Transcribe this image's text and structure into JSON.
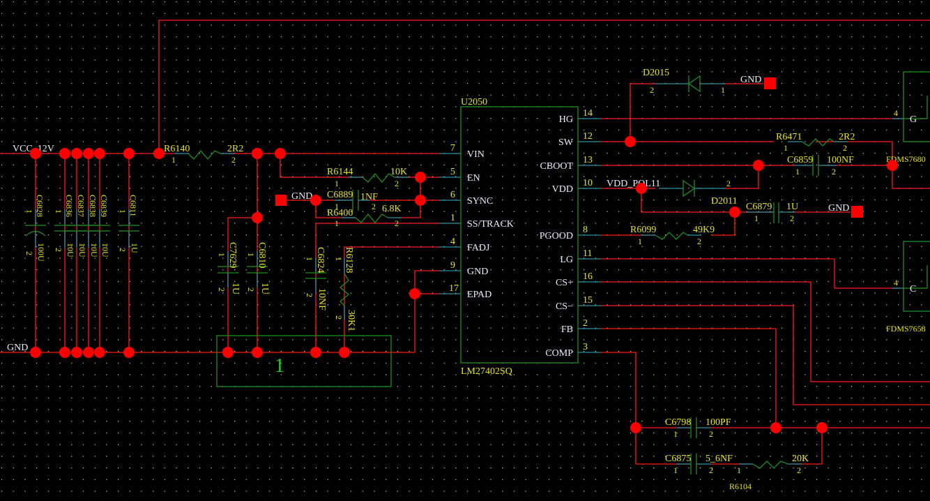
{
  "schematic": {
    "nets": {
      "vcc": "VCC_12V",
      "gnd_left": "GND",
      "gnd_sync": "GND",
      "gnd_d2015": "GND",
      "gnd_c6879": "GND",
      "vdd_pol": "VDD_POL11"
    },
    "group_label": "1",
    "ic": {
      "ref": "U2050",
      "part": "LM27402SQ",
      "left_pins": [
        {
          "num": "7",
          "name": "VIN"
        },
        {
          "num": "5",
          "name": "EN"
        },
        {
          "num": "6",
          "name": "SYNC"
        },
        {
          "num": "1",
          "name": "SS/TRACK"
        },
        {
          "num": "4",
          "name": "FADJ"
        },
        {
          "num": "9",
          "name": "GND"
        },
        {
          "num": "17",
          "name": "EPAD"
        }
      ],
      "right_pins": [
        {
          "num": "14",
          "name": "HG"
        },
        {
          "num": "12",
          "name": "SW"
        },
        {
          "num": "13",
          "name": "CBOOT"
        },
        {
          "num": "10",
          "name": "VDD"
        },
        {
          "num": "8",
          "name": "PGOOD"
        },
        {
          "num": "11",
          "name": "LG"
        },
        {
          "num": "16",
          "name": "CS+"
        },
        {
          "num": "15",
          "name": "CS−"
        },
        {
          "num": "2",
          "name": "FB"
        },
        {
          "num": "3",
          "name": "COMP"
        }
      ]
    },
    "input_caps": [
      {
        "ref": "C6828",
        "value": "100U",
        "polar": true
      },
      {
        "ref": "C6836",
        "value": "10U"
      },
      {
        "ref": "C6837",
        "value": "10U"
      },
      {
        "ref": "C6838",
        "value": "10U"
      },
      {
        "ref": "C6839",
        "value": "10U"
      },
      {
        "ref": "C6811",
        "value": "1U"
      }
    ],
    "components": {
      "r6140": {
        "ref": "R6140",
        "value": "2R2",
        "p1": "1",
        "p2": "2"
      },
      "r6144": {
        "ref": "R6144",
        "value": "10K",
        "p1": "1",
        "p2": "2"
      },
      "c6889": {
        "ref": "C6889",
        "value": "1NF",
        "p1": "1",
        "p2": "2"
      },
      "r6400": {
        "ref": "R6400",
        "value": "6.8K",
        "p1": "1",
        "p2": "2"
      },
      "c7629": {
        "ref": "C7629",
        "value": "1U",
        "p1": "1",
        "p2": "2"
      },
      "c6810": {
        "ref": "C6810",
        "value": "1U",
        "p1": "1",
        "p2": "2"
      },
      "c6824": {
        "ref": "C6824",
        "value": "10NF",
        "p1": "1",
        "p2": "2"
      },
      "r6128": {
        "ref": "R6128",
        "value": "30K1",
        "p1": "1",
        "p2": "2"
      },
      "d2015": {
        "ref": "D2015",
        "p1": "1",
        "p2": "2"
      },
      "r6471": {
        "ref": "R6471",
        "value": "2R2",
        "p1": "1",
        "p2": "2"
      },
      "c6859": {
        "ref": "C6859",
        "value": "100NF",
        "p1": "1",
        "p2": "2"
      },
      "d2011": {
        "ref": "D2011",
        "p1": "1",
        "p2": "2"
      },
      "c6879": {
        "ref": "C6879",
        "value": "1U",
        "p1": "1",
        "p2": "2"
      },
      "r6099": {
        "ref": "R6099",
        "value": "49K9",
        "p1": "1",
        "p2": "2"
      },
      "c6798": {
        "ref": "C6798",
        "value": "100PF",
        "p1": "1",
        "p2": "2"
      },
      "c6875": {
        "ref": "C6875",
        "value": "5_6NF",
        "p1": "1",
        "p2": "2"
      },
      "r6104": {
        "ref": "R6104",
        "value": "20K",
        "p1": "1",
        "p2": "2"
      }
    },
    "mosfets": [
      {
        "ref": "FDMS7680",
        "pin": "4",
        "gate": "G"
      },
      {
        "ref": "FDMS7658",
        "pin": "4",
        "gate": "C"
      }
    ]
  }
}
